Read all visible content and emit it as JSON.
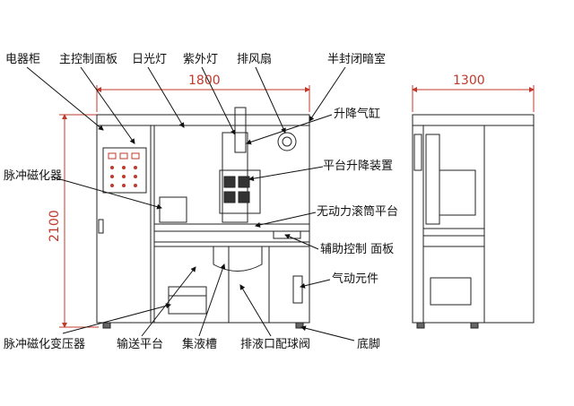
{
  "labels": {
    "electric_cabinet": "电器柜",
    "main_control_panel": "主控制面板",
    "fluorescent_lamp": "日光灯",
    "uv_lamp": "紫外灯",
    "exhaust_fan": "排风扇",
    "semi_closed_dark_room": "半封闭暗室",
    "lifting_cylinder": "升降气缸",
    "platform_lifting_device": "平台升降装置",
    "pulse_magnetizer": "脉冲磁化器",
    "unpowered_roller_platform": "无动力滚筒平台",
    "aux_control_panel": "辅助控制 面板",
    "pneumatic_components": "气动元件",
    "pulse_magnetizing_transformer": "脉冲磁化变压器",
    "conveying_platform": "输送平台",
    "liquid_collecting_tank": "集液槽",
    "drain_ball_valve": "排液口配球阀",
    "foot": "底脚"
  },
  "dimensions": {
    "width_front": "1800",
    "height_front": "2100",
    "width_side": "1300"
  }
}
